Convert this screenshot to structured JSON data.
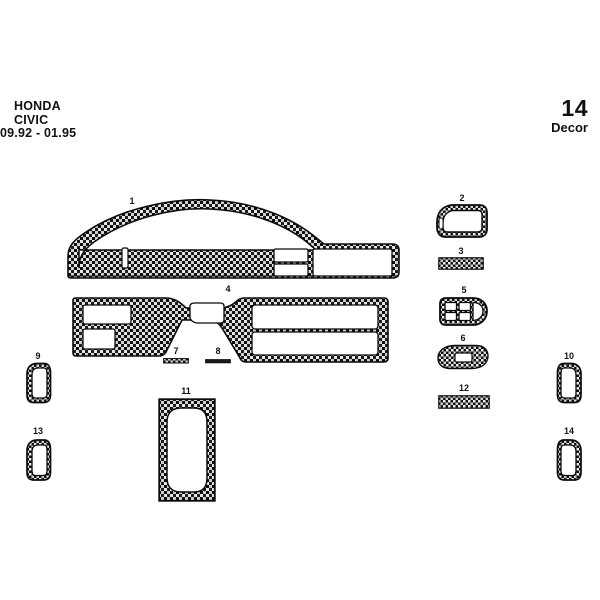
{
  "document": {
    "type": "dash-trim-kit-diagram",
    "background_color": "#ffffff",
    "ink_color": "#111111"
  },
  "vehicle": {
    "make": "HONDA",
    "model": "CIVIC",
    "year_range": "09.92 - 01.95"
  },
  "kit": {
    "piece_count": "14",
    "finish_label": "Decor"
  },
  "pieces": [
    {
      "id": "1",
      "label": "1",
      "name": "upper-dash-panel",
      "style": "outline-carbon"
    },
    {
      "id": "2",
      "label": "2",
      "name": "door-handle-surround-left",
      "style": "outline-carbon"
    },
    {
      "id": "3",
      "label": "3",
      "name": "small-trim-strip",
      "style": "solid-carbon"
    },
    {
      "id": "4",
      "label": "4",
      "name": "lower-dash-panel",
      "style": "outline-carbon"
    },
    {
      "id": "5",
      "label": "5",
      "name": "window-switch-panel",
      "style": "outline-carbon"
    },
    {
      "id": "6",
      "label": "6",
      "name": "mirror-switch-trim",
      "style": "solid-carbon"
    },
    {
      "id": "7",
      "label": "7",
      "name": "micro-strip-left",
      "style": "solid-carbon"
    },
    {
      "id": "8",
      "label": "8",
      "name": "micro-strip-right",
      "style": "solid-carbon"
    },
    {
      "id": "9",
      "label": "9",
      "name": "tweeter-surround-upper-left",
      "style": "outline-carbon"
    },
    {
      "id": "10",
      "label": "10",
      "name": "tweeter-surround-upper-right",
      "style": "outline-carbon"
    },
    {
      "id": "11",
      "label": "11",
      "name": "center-console-frame",
      "style": "outline-carbon"
    },
    {
      "id": "12",
      "label": "12",
      "name": "trim-strip-lower",
      "style": "solid-carbon"
    },
    {
      "id": "13",
      "label": "13",
      "name": "tweeter-surround-lower-left",
      "style": "outline-carbon"
    },
    {
      "id": "14",
      "label": "14",
      "name": "tweeter-surround-lower-right",
      "style": "outline-carbon"
    }
  ]
}
